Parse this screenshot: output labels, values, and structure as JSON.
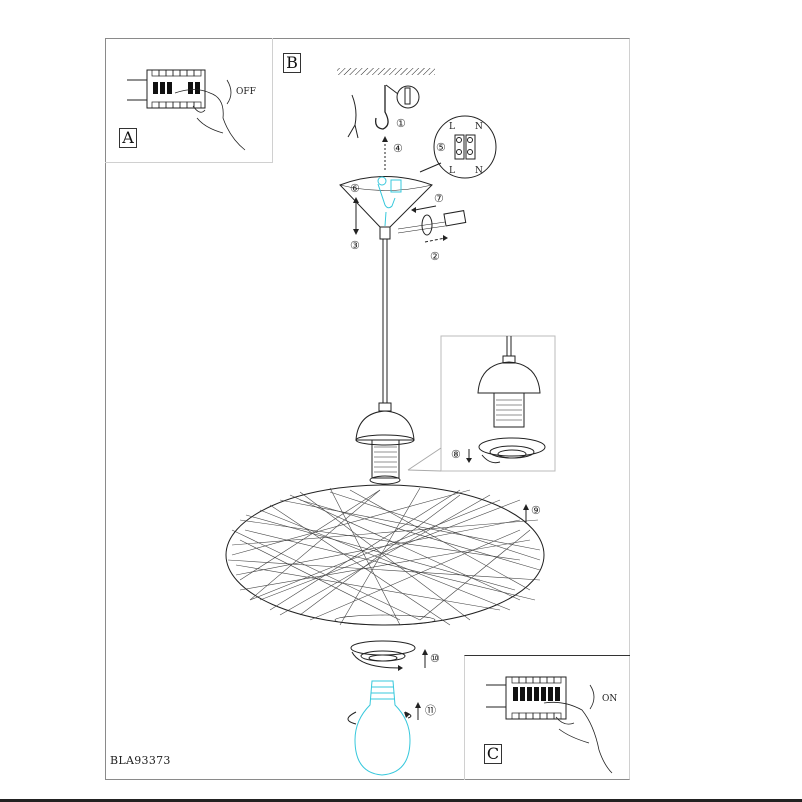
{
  "document": {
    "type": "pendant lamp installation diagram",
    "model_code": "BLA93373"
  },
  "panels": {
    "a": {
      "label": "A",
      "switch_state": "OFF"
    },
    "b": {
      "label": "B"
    },
    "c": {
      "label": "C",
      "switch_state": "ON"
    }
  },
  "terminal_block": {
    "top_labels": [
      "L",
      "N"
    ],
    "bottom_labels": [
      "L",
      "N"
    ]
  },
  "steps": [
    {
      "number": "①",
      "description": "ceiling hook"
    },
    {
      "number": "②",
      "description": "screw out"
    },
    {
      "number": "③",
      "description": "canopy down"
    },
    {
      "number": "④",
      "description": "hang on hook"
    },
    {
      "number": "⑤",
      "description": "terminal block connection"
    },
    {
      "number": "⑥",
      "description": "canopy up"
    },
    {
      "number": "⑦",
      "description": "screw in"
    },
    {
      "number": "⑧",
      "description": "unscrew ring"
    },
    {
      "number": "⑨",
      "description": "fit shade"
    },
    {
      "number": "⑩",
      "description": "screw ring"
    },
    {
      "number": "⑪",
      "description": "screw bulb"
    }
  ],
  "colors": {
    "line": "#222222",
    "highlight": "#37c8dc",
    "frame": "#8a8a8a"
  }
}
